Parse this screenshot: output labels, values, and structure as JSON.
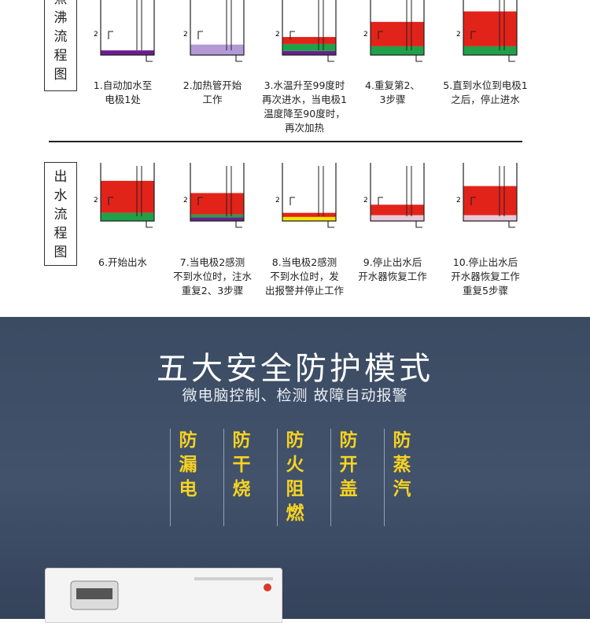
{
  "boil_label": [
    "煮",
    "沸",
    "流",
    "程",
    "图"
  ],
  "out_label": [
    "出",
    "水",
    "流",
    "程",
    "图"
  ],
  "colors": {
    "red": "#e2231a",
    "green": "#1fa14a",
    "purple": "#6a1f8f",
    "lavender": "#b39ad6",
    "yellow": "#f2e600",
    "pink": "#e8c8d8"
  },
  "boil_steps": [
    {
      "caption": "1.自动加水至\n电极1处",
      "marker": "2",
      "fill": [
        [
          "purple",
          0.08
        ]
      ]
    },
    {
      "caption": "2.加热管开始\n工作",
      "marker": "2",
      "fill": [
        [
          "lavender",
          0.18
        ]
      ]
    },
    {
      "caption": "3.水温升至99度时\n再次进水，当电极1\n温度降至90度时，\n再次加热",
      "marker": "2",
      "fill": [
        [
          "purple",
          0.07
        ],
        [
          "green",
          0.12
        ],
        [
          "red",
          0.12
        ]
      ]
    },
    {
      "caption": "4.重复第2、\n3步骤",
      "marker": "2",
      "fill": [
        [
          "green",
          0.15
        ],
        [
          "red",
          0.42
        ]
      ]
    },
    {
      "caption": "5.直到水位到电极1\n之后，停止进水",
      "marker": "2",
      "fill": [
        [
          "green",
          0.15
        ],
        [
          "red",
          0.6
        ]
      ]
    }
  ],
  "out_steps": [
    {
      "caption": "6.开始出水",
      "marker": "2",
      "fill": [
        [
          "green",
          0.14
        ],
        [
          "red",
          0.55
        ]
      ]
    },
    {
      "caption": "7.当电极2感测\n不到水位时，注水\n重复2、3步骤",
      "marker": "2",
      "fill": [
        [
          "purple",
          0.06
        ],
        [
          "green",
          0.05
        ],
        [
          "red",
          0.37
        ]
      ]
    },
    {
      "caption": "8.当电极2感测\n不到水位时，发\n出报警并停止工作",
      "marker": "2",
      "fill": [
        [
          "yellow",
          0.07
        ],
        [
          "red",
          0.07
        ]
      ]
    },
    {
      "caption": "9.停止出水后\n开水器恢复工作",
      "marker": "2",
      "fill": [
        [
          "pink",
          0.1
        ],
        [
          "red",
          0.18
        ]
      ]
    },
    {
      "caption": "10.停止出水后\n开水器恢复工作\n重复5步骤",
      "marker": "2",
      "fill": [
        [
          "pink",
          0.1
        ],
        [
          "red",
          0.5
        ]
      ]
    }
  ],
  "headline": "五大安全防护模式",
  "subtitle": "微电脑控制、检测 故障自动报警",
  "modes": [
    [
      "防",
      "漏",
      "电"
    ],
    [
      "防",
      "干",
      "烧"
    ],
    [
      "防",
      "火",
      "阻",
      "燃"
    ],
    [
      "防",
      "开",
      "盖"
    ],
    [
      "防",
      "蒸",
      "汽"
    ]
  ]
}
